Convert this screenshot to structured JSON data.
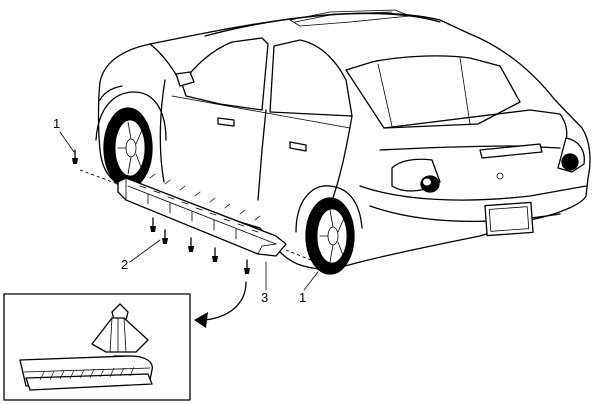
{
  "callouts": {
    "c1_top": "1",
    "c2": "2",
    "c3": "3",
    "c1_bottom": "1"
  },
  "parts": {
    "fastener_icon": "push-pin-retainer-icon",
    "panel_icon": "rocker-panel-molding-icon",
    "vehicle_icon": "sedan-rear-three-quarter-icon",
    "detail_icon": "clip-detail-icon"
  },
  "colors": {
    "line": "#000000",
    "background": "#ffffff"
  }
}
